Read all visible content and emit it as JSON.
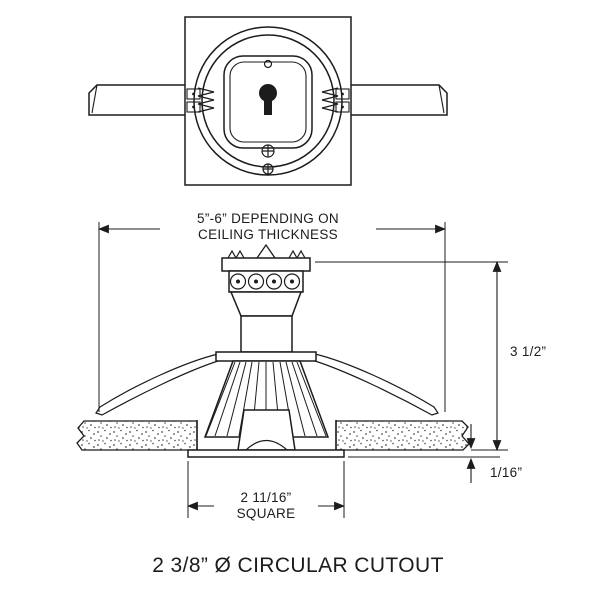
{
  "page": {
    "background": "#ffffff",
    "line_color": "#1c1c1c"
  },
  "caption": "2 3/8” Ø CIRCULAR CUTOUT",
  "dimensions": {
    "housing_width": {
      "line1": "5”-6” DEPENDING ON",
      "line2": "CEILING THICKNESS"
    },
    "housing_height": "3 1/2”",
    "trim_reveal": "1/16”",
    "trim_square": {
      "line1": "2 11/16”",
      "line2": "SQUARE"
    }
  }
}
